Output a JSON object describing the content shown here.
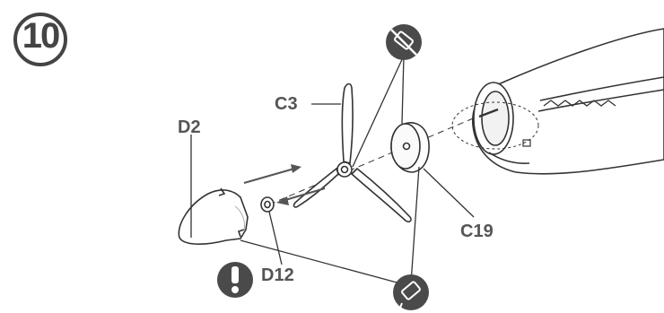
{
  "step": {
    "number": "10"
  },
  "parts": {
    "propeller_label": "C3",
    "spinner_label": "D2",
    "backplate_label": "C19",
    "washer_label": "D12"
  },
  "icons": {
    "attention": "exclamation-warning-icon",
    "no_glue": "no-glue-icon",
    "apply_glue": "glue-bottle-icon"
  },
  "colors": {
    "line": "#333333",
    "icon_fill": "#4a4a4a",
    "label_text": "#555555"
  }
}
